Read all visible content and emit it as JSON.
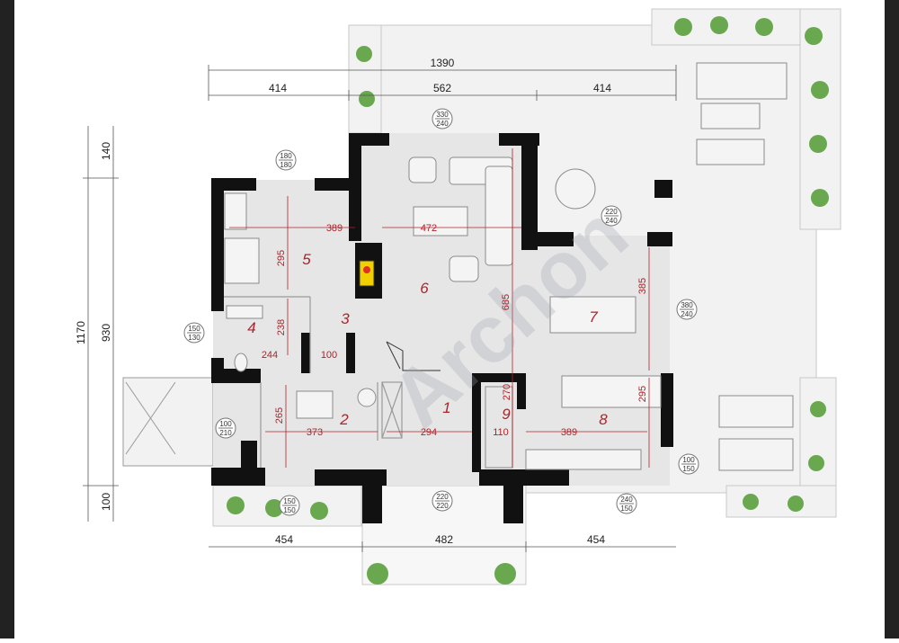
{
  "dimensions": {
    "top_total": "1390",
    "top_segments": [
      "414",
      "562",
      "414"
    ],
    "bottom_segments": [
      "454",
      "482",
      "454"
    ],
    "left_total": "1170",
    "left_inner": "930",
    "left_top": "140",
    "left_bottom": "100"
  },
  "rooms": [
    {
      "number": "1",
      "width": "294"
    },
    {
      "number": "2",
      "width": "373",
      "depth": "265"
    },
    {
      "number": "3",
      "width": "100"
    },
    {
      "number": "4",
      "width": "244",
      "depth": "238"
    },
    {
      "number": "5",
      "width": "389",
      "depth": "295"
    },
    {
      "number": "6",
      "width": "472",
      "depth": "685"
    },
    {
      "number": "7",
      "depth": "385"
    },
    {
      "number": "8",
      "width": "389",
      "depth": "295"
    },
    {
      "number": "9",
      "width": "110",
      "depth": "270"
    }
  ],
  "openings": [
    {
      "top": "330",
      "bottom": "240"
    },
    {
      "top": "180",
      "bottom": "180"
    },
    {
      "top": "220",
      "bottom": "240"
    },
    {
      "top": "150",
      "bottom": "130"
    },
    {
      "top": "380",
      "bottom": "240"
    },
    {
      "top": "100",
      "bottom": "210"
    },
    {
      "top": "100",
      "bottom": "150"
    },
    {
      "top": "150",
      "bottom": "150"
    },
    {
      "top": "220",
      "bottom": "220"
    },
    {
      "top": "240",
      "bottom": "150"
    }
  ],
  "watermark": "Archon",
  "colors": {
    "wall": "#111111",
    "floor": "#e6e6e6",
    "terrace": "#f2f2f2",
    "dimension_red": "#b0232a",
    "fireplace": "#f2d000",
    "plants": "#6aa84f"
  }
}
